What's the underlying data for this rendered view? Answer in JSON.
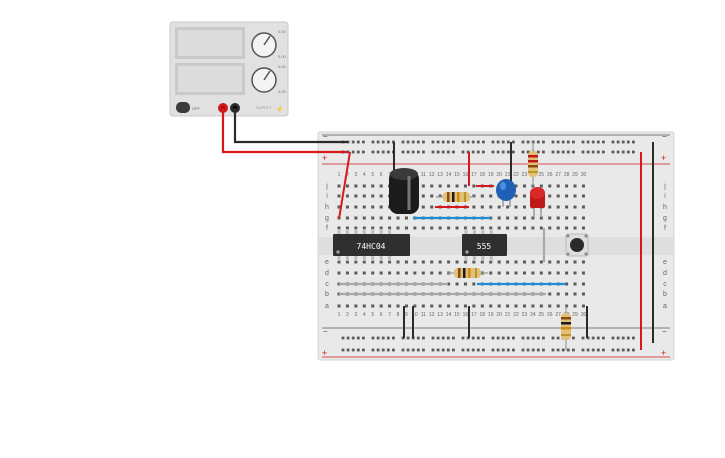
{
  "power_supply": {
    "knob1_top": "0.00",
    "knob1_bottom": "0.00",
    "knob2_top": "0.00",
    "knob2_bottom": "0.00",
    "toggle_label": "OFF",
    "brand": "SUPPLY"
  },
  "breadboard": {
    "rail_plus": "+",
    "rail_minus": "−",
    "rows_top": [
      "j",
      "i",
      "h",
      "g",
      "f"
    ],
    "rows_bottom": [
      "e",
      "d",
      "c",
      "b",
      "a"
    ],
    "columns": [
      "1",
      "2",
      "3",
      "4",
      "5",
      "6",
      "7",
      "8",
      "9",
      "10",
      "11",
      "12",
      "13",
      "14",
      "15",
      "16",
      "17",
      "18",
      "19",
      "20",
      "21",
      "22",
      "23",
      "24",
      "25",
      "26",
      "27",
      "28",
      "29",
      "30"
    ]
  },
  "components": {
    "chip1_label": "74HC04",
    "chip2_label": "555"
  },
  "colors": {
    "wire_red": "#d6181e",
    "wire_black": "#2b2b2b",
    "wire_blue": "#1f8ed6",
    "wire_gray": "#a8a8a8",
    "board": "#e9e9e9",
    "chip": "#2f2f2f",
    "led_red": "#c01818",
    "cap_blue": "#1f5fb4"
  }
}
